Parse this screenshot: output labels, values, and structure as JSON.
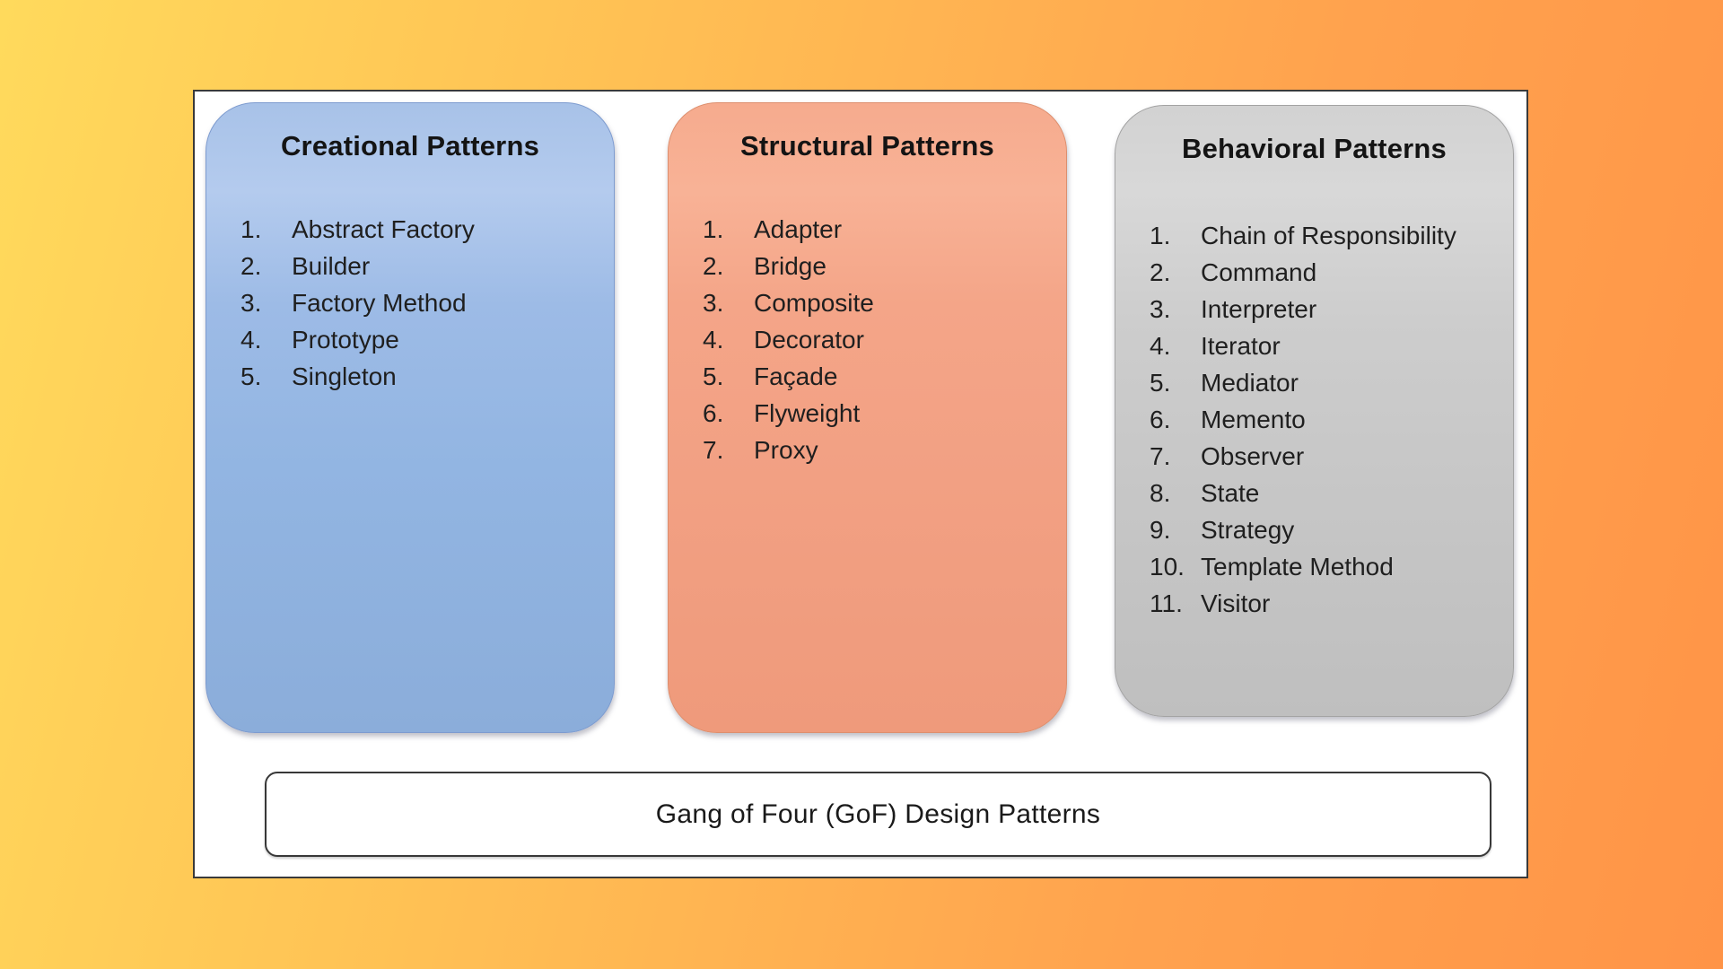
{
  "page": {
    "title": "Gang of Four (GoF) Design Patterns"
  },
  "colors": {
    "background_left": "#FFDA5C",
    "background_right": "#FF9447",
    "panel_fill": "#FFFFFF",
    "panel_border": "#3A3A3A",
    "creational_fill": "#93B6E3",
    "structural_fill": "#F3A285",
    "behavioral_fill": "#C9C9C9",
    "text": "#1F1F1F"
  },
  "columns": [
    {
      "id": "creational",
      "title": "Creational Patterns",
      "fill": "#93B6E3",
      "items": [
        "Abstract Factory",
        "Builder",
        "Factory Method",
        "Prototype",
        "Singleton"
      ]
    },
    {
      "id": "structural",
      "title": "Structural Patterns",
      "fill": "#F3A285",
      "items": [
        "Adapter",
        "Bridge",
        "Composite",
        "Decorator",
        "Façade",
        "Flyweight",
        "Proxy"
      ]
    },
    {
      "id": "behavioral",
      "title": "Behavioral Patterns",
      "fill": "#C9C9C9",
      "items": [
        "Chain of Responsibility",
        "Command",
        "Interpreter",
        "Iterator",
        "Mediator",
        "Memento",
        "Observer",
        "State",
        "Strategy",
        "Template Method",
        "Visitor"
      ]
    }
  ],
  "footer": {
    "label": "Gang of Four (GoF) Design Patterns"
  }
}
